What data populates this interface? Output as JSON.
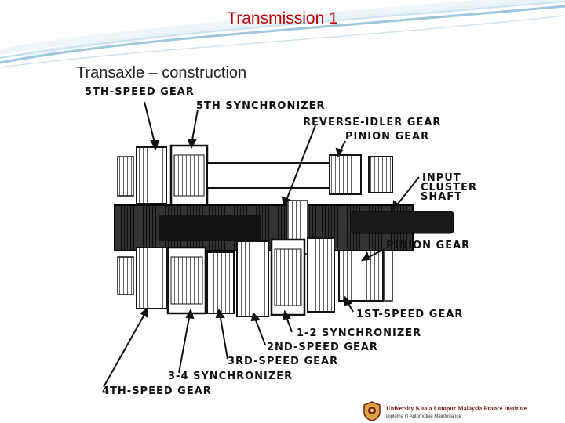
{
  "slide": {
    "title": "Transmission 1",
    "subtitle": "Transaxle – construction"
  },
  "diagram": {
    "labels": {
      "fifth_speed_gear": "5TH-SPEED GEAR",
      "fifth_synchronizer": "5TH SYNCHRONIZER",
      "reverse_idler_gear": "REVERSE-IDLER GEAR",
      "pinion_gear_top": "PINION GEAR",
      "input_cluster_shaft": [
        "INPUT",
        "CLUSTER",
        "SHAFT"
      ],
      "pinion_gear_lower": "PINION GEAR",
      "first_speed_gear": "1ST-SPEED GEAR",
      "one_two_synchronizer": "1-2 SYNCHRONIZER",
      "second_speed_gear": "2ND-SPEED GEAR",
      "third_speed_gear": "3RD-SPEED GEAR",
      "three_four_synchronizer": "3-4 SYNCHRONIZER",
      "fourth_speed_gear": "4TH-SPEED GEAR"
    }
  },
  "footer": {
    "institute": "University Kuala Lumpur Malaysia France Institute",
    "diploma": "Diploma in Automotive Maintenance"
  },
  "colors": {
    "title": "#c00000",
    "swoosh": "#9ec7dd",
    "drawing": "#111111"
  }
}
